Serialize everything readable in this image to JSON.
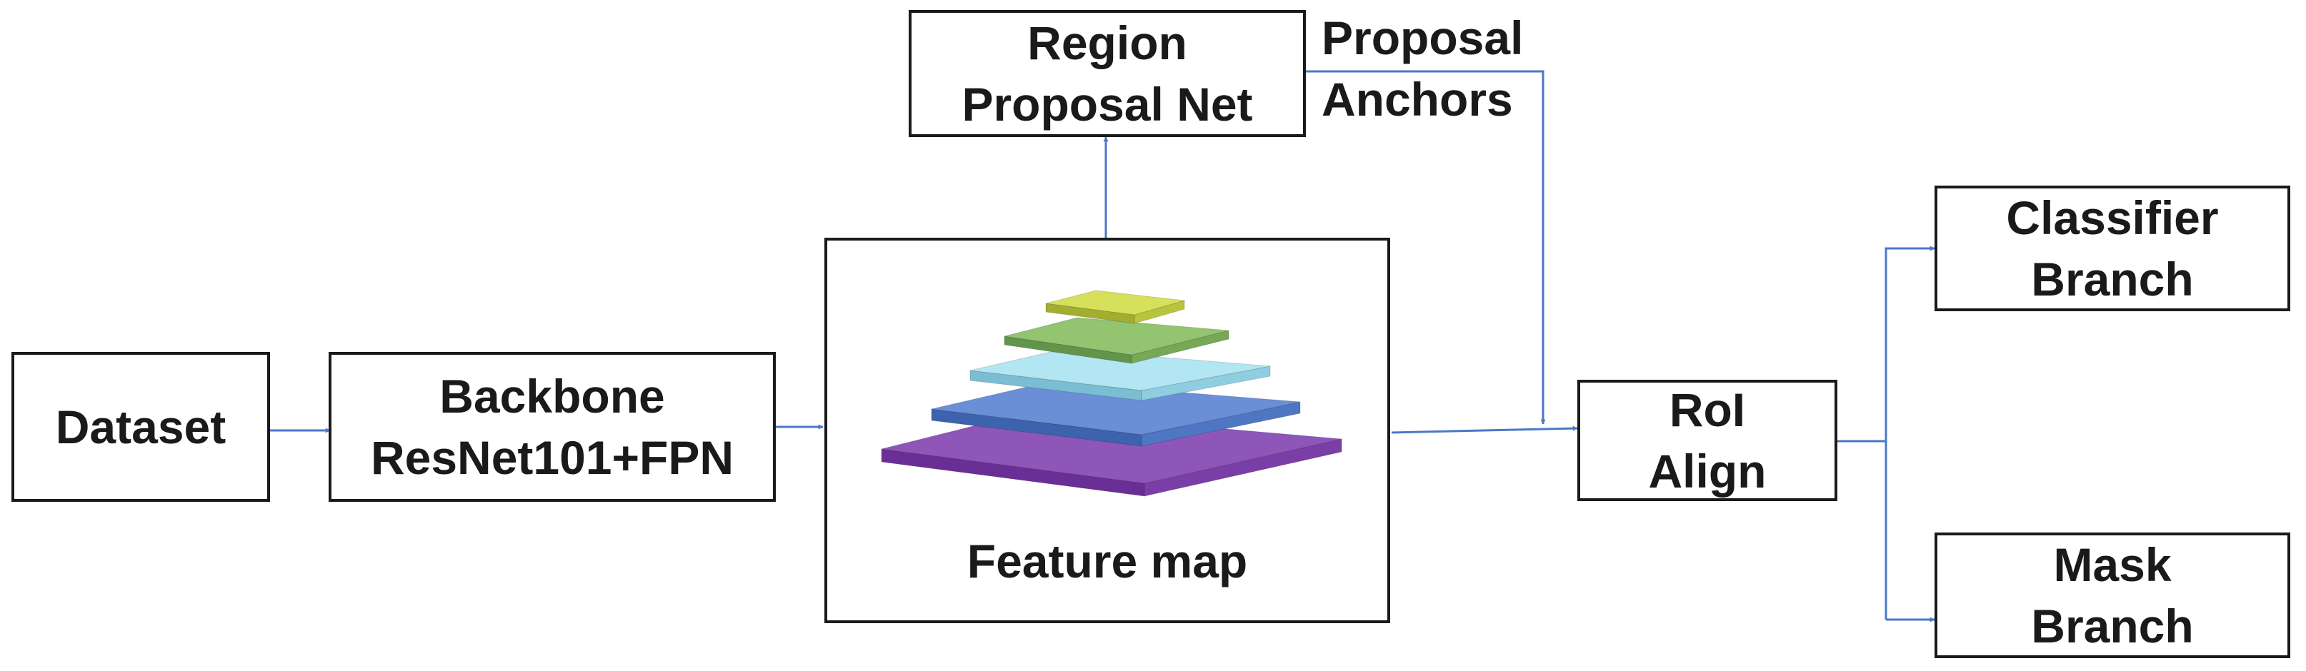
{
  "nodes": {
    "dataset": {
      "line1": "Dataset"
    },
    "backbone": {
      "line1": "Backbone",
      "line2": "ResNet101+FPN"
    },
    "feature_map": {
      "label": "Feature map"
    },
    "rpn": {
      "line1": "Region",
      "line2": "Proposal Net"
    },
    "roi_align": {
      "line1": "RoI",
      "line2": "Align"
    },
    "classifier": {
      "line1": "Classifier",
      "line2": "Branch"
    },
    "mask": {
      "line1": "Mask",
      "line2": "Branch"
    }
  },
  "edge_labels": {
    "proposal_line1": "Proposal",
    "proposal_line2": "Anchors"
  },
  "colors": {
    "arrow": "#4a78c8",
    "border": "#1a1a1a",
    "pyramid_levels": [
      {
        "top": "#8e56b8",
        "side": "#7a3fa6",
        "front": "#6a2f96"
      },
      {
        "top": "#6a8fd6",
        "side": "#4f76c2",
        "front": "#3e63ae"
      },
      {
        "top": "#b2e6f2",
        "side": "#8fcde0",
        "front": "#7bbdd2"
      },
      {
        "top": "#93c470",
        "side": "#76a856",
        "front": "#62944a"
      },
      {
        "top": "#d6e05a",
        "side": "#b9c43e",
        "front": "#a3ae30"
      }
    ]
  }
}
